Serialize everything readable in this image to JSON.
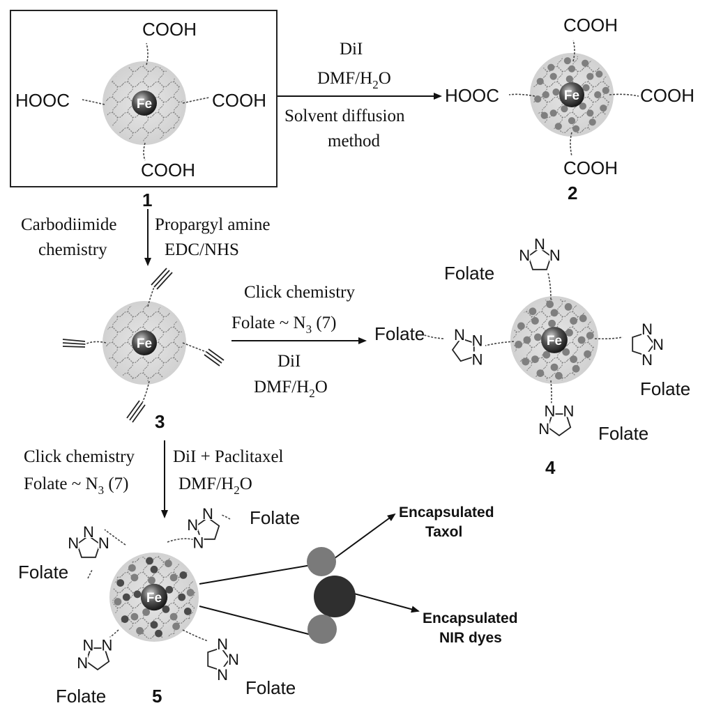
{
  "compounds": {
    "c1": {
      "number": "1",
      "core": "Fe",
      "top": "COOH",
      "left": "HOOC",
      "right": "COOH",
      "bottom": "COOH"
    },
    "c2": {
      "number": "2",
      "core": "Fe",
      "top": "COOH",
      "left": "HOOC",
      "right": "COOH",
      "bottom": "COOH"
    },
    "c3": {
      "number": "3",
      "core": "Fe"
    },
    "c4": {
      "number": "4",
      "core": "Fe",
      "folate_top": "Folate",
      "folate_left": "Folate",
      "folate_right": "Folate",
      "folate_bottom": "Folate"
    },
    "c5": {
      "number": "5",
      "core": "Fe",
      "folate_tl": "Folate",
      "folate_tr": "Folate",
      "folate_bl": "Folate",
      "folate_br": "Folate"
    }
  },
  "triazole_atoms": {
    "n": "N"
  },
  "reactions": {
    "r1": {
      "line1": "DiI",
      "line2_pre": "DMF/H",
      "line2_sub": "2",
      "line2_post": "O",
      "line3": "Solvent diffusion",
      "line4": "method"
    },
    "r2": {
      "left1": "Carbodiimide",
      "left2": "chemistry",
      "right1": "Propargyl amine",
      "right2": "EDC/NHS"
    },
    "r3": {
      "line1": "Click chemistry",
      "line2_pre": "Folate ~ N",
      "line2_sub": "3",
      "line2_post": " (7)",
      "line3": "DiI",
      "line4_pre": "DMF/H",
      "line4_sub": "2",
      "line4_post": "O"
    },
    "r4": {
      "left1": "Click chemistry",
      "left2_pre": "Folate ~ N",
      "left2_sub": "3",
      "left2_post": " (7)",
      "right1": "DiI + Paclitaxel",
      "right2_pre": "DMF/H",
      "right2_sub": "2",
      "right2_post": "O"
    }
  },
  "legend": {
    "taxol1": "Encapsulated",
    "taxol2": "Taxol",
    "dye1": "Encapsulated",
    "dye2": "NIR dyes"
  },
  "colors": {
    "shell": "#d9d9d9",
    "core": "#333333",
    "dye": "#7a7a7a",
    "taxol": "#5a5a5a",
    "line": "#111111"
  }
}
